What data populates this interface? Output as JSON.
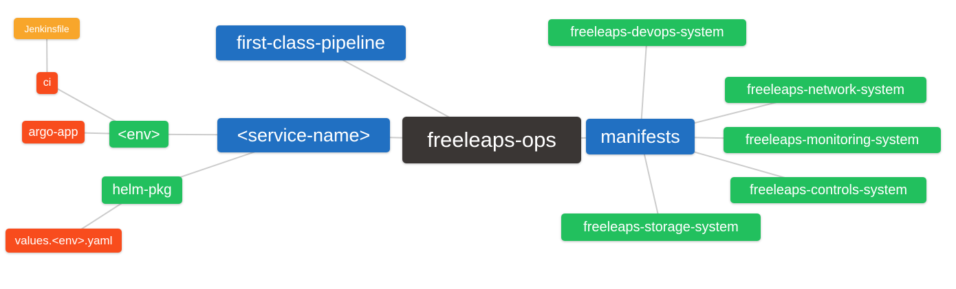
{
  "diagram": {
    "title": "freeleaps-ops mind map",
    "background": "#ffffff",
    "edge_color": "#cccccc",
    "edge_width": 2,
    "palette": {
      "blue": "#2170c2",
      "green": "#22c05e",
      "orange": "#f8a62b",
      "red": "#f84c1d",
      "dark": "#3a3634"
    },
    "nodes": [
      {
        "id": "jenkinsfile",
        "label": "Jenkinsfile",
        "color": "#f8a62b"
      },
      {
        "id": "ci",
        "label": "ci",
        "color": "#f84c1d"
      },
      {
        "id": "argo-app",
        "label": "argo-app",
        "color": "#f84c1d"
      },
      {
        "id": "env",
        "label": "<env>",
        "color": "#22c05e"
      },
      {
        "id": "first-class-pipeline",
        "label": "first-class-pipeline",
        "color": "#2170c2"
      },
      {
        "id": "service-name",
        "label": "<service-name>",
        "color": "#2170c2"
      },
      {
        "id": "freeleaps-ops",
        "label": "freeleaps-ops",
        "color": "#3a3634"
      },
      {
        "id": "manifests",
        "label": "manifests",
        "color": "#2170c2"
      },
      {
        "id": "freeleaps-devops-system",
        "label": "freeleaps-devops-system",
        "color": "#22c05e"
      },
      {
        "id": "freeleaps-network-system",
        "label": "freeleaps-network-system",
        "color": "#22c05e"
      },
      {
        "id": "freeleaps-monitoring-system",
        "label": "freeleaps-monitoring-system",
        "color": "#22c05e"
      },
      {
        "id": "freeleaps-controls-system",
        "label": "freeleaps-controls-system",
        "color": "#22c05e"
      },
      {
        "id": "freeleaps-storage-system",
        "label": "freeleaps-storage-system",
        "color": "#22c05e"
      },
      {
        "id": "helm-pkg",
        "label": "helm-pkg",
        "color": "#22c05e"
      },
      {
        "id": "values-env-yaml",
        "label": "values.<env>.yaml",
        "color": "#f84c1d"
      }
    ],
    "edges": [
      {
        "from": "jenkinsfile",
        "to": "ci"
      },
      {
        "from": "ci",
        "to": "env"
      },
      {
        "from": "argo-app",
        "to": "env"
      },
      {
        "from": "env",
        "to": "service-name"
      },
      {
        "from": "first-class-pipeline",
        "to": "freeleaps-ops"
      },
      {
        "from": "service-name",
        "to": "freeleaps-ops"
      },
      {
        "from": "service-name",
        "to": "helm-pkg"
      },
      {
        "from": "helm-pkg",
        "to": "values-env-yaml"
      },
      {
        "from": "freeleaps-ops",
        "to": "manifests"
      },
      {
        "from": "manifests",
        "to": "freeleaps-devops-system"
      },
      {
        "from": "manifests",
        "to": "freeleaps-network-system"
      },
      {
        "from": "manifests",
        "to": "freeleaps-monitoring-system"
      },
      {
        "from": "manifests",
        "to": "freeleaps-controls-system"
      },
      {
        "from": "manifests",
        "to": "freeleaps-storage-system"
      }
    ]
  }
}
